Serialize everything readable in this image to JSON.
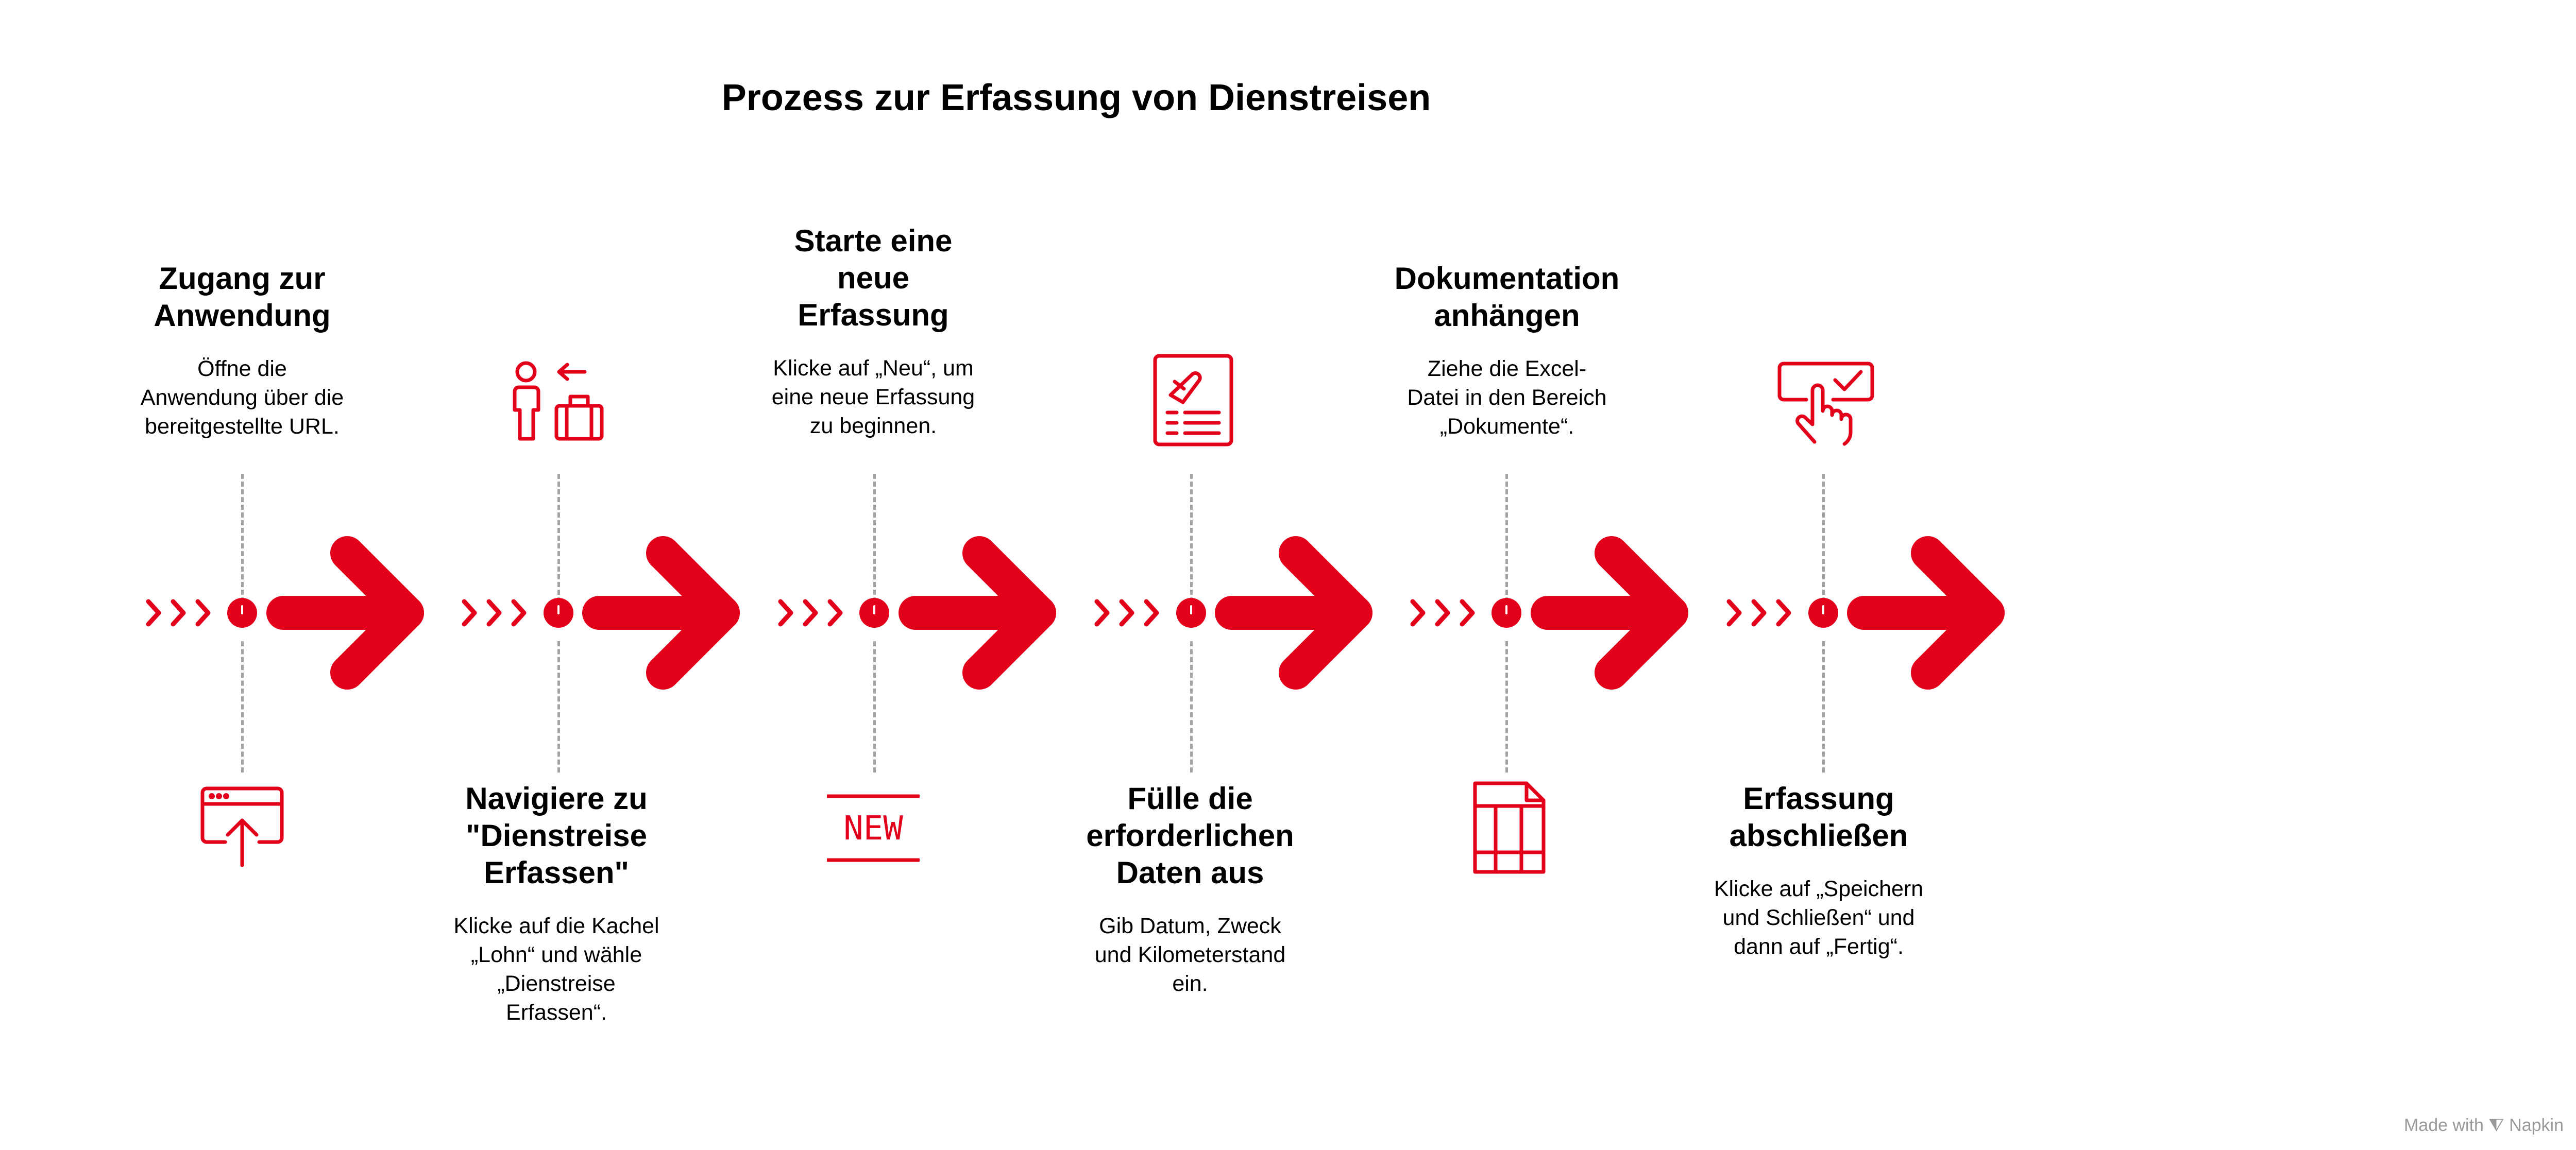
{
  "title": "Prozess zur Erfassung von Dienstreisen",
  "steps": [
    {
      "title": "Zugang zur\nAnwendung",
      "description": "Öffne die\nAnwendung über die\nbereitgestellte URL.",
      "icon": "browser-upload-icon"
    },
    {
      "title": "Navigiere zu\n\"Dienstreise\nErfassen\"",
      "description": "Klicke auf die Kachel\n„Lohn“ und wähle\n„Dienstreise\nErfassen“.",
      "icon": "traveler-luggage-icon"
    },
    {
      "title": "Starte eine\nneue\nErfassung",
      "description": "Klicke auf „Neu“, um\neine neue Erfassung\nzu beginnen.",
      "icon": "new-badge-icon",
      "icon_text": "NEW"
    },
    {
      "title": "Fülle die\nerforderlichen\nDaten aus",
      "description": "Gib Datum, Zweck\nund Kilometerstand\nein.",
      "icon": "travel-form-icon"
    },
    {
      "title": "Dokumentation\nanhängen",
      "description": "Ziehe die Excel-\nDatei in den Bereich\n„Dokumente“.",
      "icon": "spreadsheet-document-icon"
    },
    {
      "title": "Erfassung\nabschließen",
      "description": "Klicke auf „Speichern\nund Schließen“ und\ndann auf „Fertig“.",
      "icon": "touch-confirm-icon"
    }
  ],
  "watermark": "Made with ⧨ Napkin",
  "colors": {
    "accent": "#e3001b",
    "dash": "#a3a3a3",
    "text": "#000000"
  }
}
